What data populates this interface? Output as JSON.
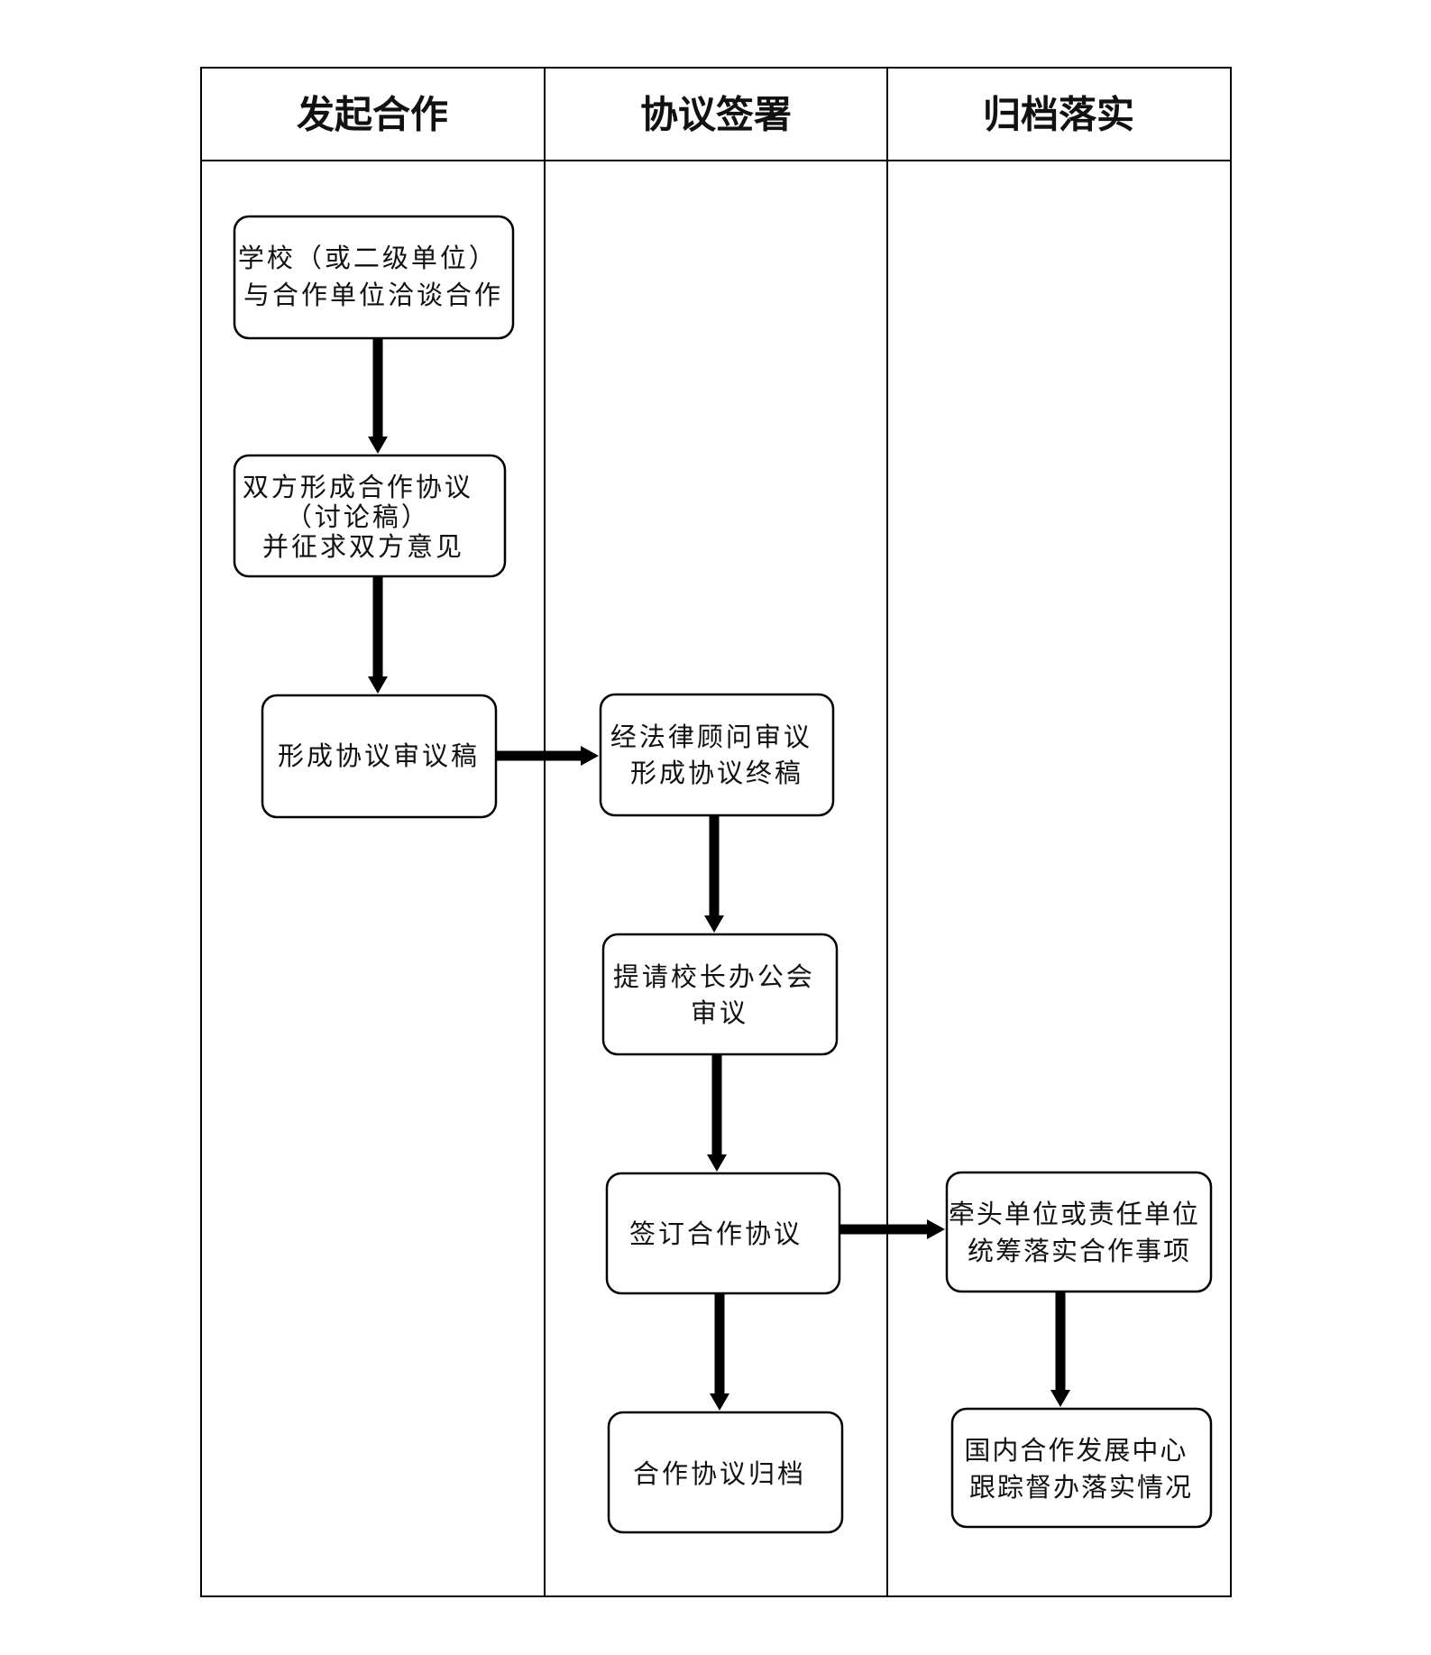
{
  "lanes": [
    {
      "id": "initiate",
      "title": "发起合作"
    },
    {
      "id": "sign",
      "title": "协议签署"
    },
    {
      "id": "archive",
      "title": "归档落实"
    }
  ],
  "nodes": [
    {
      "id": "negotiate",
      "lines": [
        "学校（或二级单位）",
        "与合作单位洽谈合作"
      ]
    },
    {
      "id": "draft",
      "lines": [
        "双方形成合作协议",
        "（讨论稿）",
        "并征求双方意见"
      ]
    },
    {
      "id": "review-draft",
      "lines": [
        "形成协议审议稿"
      ]
    },
    {
      "id": "legal-review",
      "lines": [
        "经法律顾问审议",
        "形成协议终稿"
      ]
    },
    {
      "id": "president-meeting",
      "lines": [
        "提请校长办公会",
        "审议"
      ]
    },
    {
      "id": "sign-agreement",
      "lines": [
        "签订合作协议"
      ]
    },
    {
      "id": "archive-agreement",
      "lines": [
        "合作协议归档"
      ]
    },
    {
      "id": "implement",
      "lines": [
        "牵头单位或责任单位",
        "统筹落实合作事项"
      ]
    },
    {
      "id": "supervise",
      "lines": [
        "国内合作发展中心",
        "跟踪督办落实情况"
      ]
    }
  ],
  "edges": [
    {
      "from": "negotiate",
      "to": "draft"
    },
    {
      "from": "draft",
      "to": "review-draft"
    },
    {
      "from": "review-draft",
      "to": "legal-review"
    },
    {
      "from": "legal-review",
      "to": "president-meeting"
    },
    {
      "from": "president-meeting",
      "to": "sign-agreement"
    },
    {
      "from": "sign-agreement",
      "to": "archive-agreement"
    },
    {
      "from": "sign-agreement",
      "to": "implement"
    },
    {
      "from": "implement",
      "to": "supervise"
    }
  ]
}
